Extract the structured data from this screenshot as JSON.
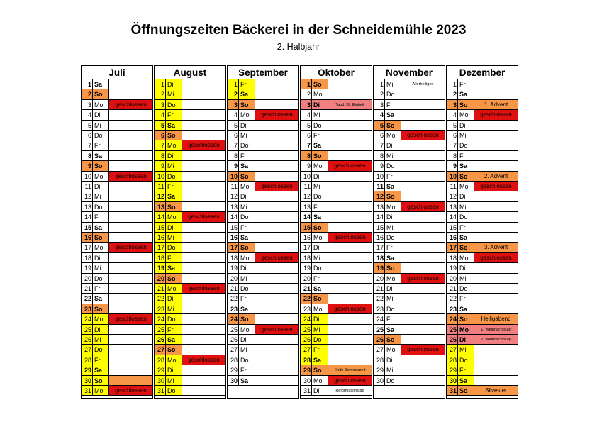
{
  "title": "Öffnungszeiten Bäckerei in der Schneidemühle 2023",
  "subtitle": "2. Halbjahr",
  "colors": {
    "open_highlight": "#ffff00",
    "sunday": "#f79646",
    "closed": "#e01010",
    "holiday": "#f08080"
  },
  "months": [
    {
      "name": "Juli",
      "days": [
        {
          "d": "1",
          "w": "Sa",
          "b": true
        },
        {
          "d": "2",
          "w": "So",
          "h": "orange",
          "b": true
        },
        {
          "d": "3",
          "w": "Mo",
          "n": "geschlossen",
          "nh": "red"
        },
        {
          "d": "4",
          "w": "Di"
        },
        {
          "d": "5",
          "w": "Mi"
        },
        {
          "d": "6",
          "w": "Do"
        },
        {
          "d": "7",
          "w": "Fr"
        },
        {
          "d": "8",
          "w": "Sa",
          "b": true
        },
        {
          "d": "9",
          "w": "So",
          "h": "orange",
          "b": true
        },
        {
          "d": "10",
          "w": "Mo",
          "n": "geschlossen",
          "nh": "red"
        },
        {
          "d": "11",
          "w": "Di"
        },
        {
          "d": "12",
          "w": "Mi"
        },
        {
          "d": "13",
          "w": "Do"
        },
        {
          "d": "14",
          "w": "Fr"
        },
        {
          "d": "15",
          "w": "Sa",
          "b": true
        },
        {
          "d": "16",
          "w": "So",
          "h": "orange",
          "b": true
        },
        {
          "d": "17",
          "w": "Mo",
          "n": "geschlossen",
          "nh": "red"
        },
        {
          "d": "18",
          "w": "Di"
        },
        {
          "d": "19",
          "w": "Mi"
        },
        {
          "d": "20",
          "w": "Do"
        },
        {
          "d": "21",
          "w": "Fr"
        },
        {
          "d": "22",
          "w": "Sa",
          "b": true
        },
        {
          "d": "23",
          "w": "So",
          "h": "orange",
          "b": true
        },
        {
          "d": "24",
          "w": "Mo",
          "h": "yellow",
          "n": "geschlossen",
          "nh": "red"
        },
        {
          "d": "25",
          "w": "Di",
          "h": "yellow"
        },
        {
          "d": "26",
          "w": "Mi",
          "h": "yellow"
        },
        {
          "d": "27",
          "w": "Do",
          "h": "yellow"
        },
        {
          "d": "28",
          "w": "Fr",
          "h": "yellow"
        },
        {
          "d": "29",
          "w": "Sa",
          "h": "yellow",
          "b": true
        },
        {
          "d": "30",
          "w": "So",
          "h": "yellow",
          "nh": "orange",
          "b": true
        },
        {
          "d": "31",
          "w": "Mo",
          "h": "yellow",
          "n": "geschlossen",
          "nh": "red"
        }
      ]
    },
    {
      "name": "August",
      "days": [
        {
          "d": "1",
          "w": "Di",
          "h": "yellow"
        },
        {
          "d": "2",
          "w": "Mi",
          "h": "yellow"
        },
        {
          "d": "3",
          "w": "Do",
          "h": "yellow"
        },
        {
          "d": "4",
          "w": "Fr",
          "h": "yellow"
        },
        {
          "d": "5",
          "w": "Sa",
          "h": "yellow",
          "b": true
        },
        {
          "d": "6",
          "w": "So",
          "h": "orange",
          "b": true
        },
        {
          "d": "7",
          "w": "Mo",
          "h": "yellow",
          "n": "geschlossen",
          "nh": "red"
        },
        {
          "d": "8",
          "w": "Di",
          "h": "yellow"
        },
        {
          "d": "9",
          "w": "Mi",
          "h": "yellow"
        },
        {
          "d": "10",
          "w": "Do",
          "h": "yellow"
        },
        {
          "d": "11",
          "w": "Fr",
          "h": "yellow"
        },
        {
          "d": "12",
          "w": "Sa",
          "h": "yellow",
          "b": true
        },
        {
          "d": "13",
          "w": "So",
          "h": "orange",
          "b": true
        },
        {
          "d": "14",
          "w": "Mo",
          "h": "yellow",
          "n": "geschlossen",
          "nh": "red"
        },
        {
          "d": "15",
          "w": "Di",
          "h": "yellow"
        },
        {
          "d": "16",
          "w": "Mi",
          "h": "yellow"
        },
        {
          "d": "17",
          "w": "Do",
          "h": "yellow"
        },
        {
          "d": "18",
          "w": "Fr",
          "h": "yellow"
        },
        {
          "d": "19",
          "w": "Sa",
          "h": "yellow",
          "b": true
        },
        {
          "d": "20",
          "w": "So",
          "h": "orange",
          "b": true
        },
        {
          "d": "21",
          "w": "Mo",
          "h": "yellow",
          "n": "geschlossen",
          "nh": "red"
        },
        {
          "d": "22",
          "w": "Di",
          "h": "yellow"
        },
        {
          "d": "23",
          "w": "Mi",
          "h": "yellow"
        },
        {
          "d": "24",
          "w": "Do",
          "h": "yellow"
        },
        {
          "d": "25",
          "w": "Fr",
          "h": "yellow"
        },
        {
          "d": "26",
          "w": "Sa",
          "h": "yellow",
          "b": true
        },
        {
          "d": "27",
          "w": "So",
          "h": "orange",
          "b": true
        },
        {
          "d": "28",
          "w": "Mo",
          "h": "yellow",
          "n": "geschlossen",
          "nh": "red"
        },
        {
          "d": "29",
          "w": "Di",
          "h": "yellow"
        },
        {
          "d": "30",
          "w": "Mi",
          "h": "yellow"
        },
        {
          "d": "31",
          "w": "Do",
          "h": "yellow"
        }
      ]
    },
    {
      "name": "September",
      "days": [
        {
          "d": "1",
          "w": "Fr",
          "h": "yellow"
        },
        {
          "d": "2",
          "w": "Sa",
          "h": "yellow",
          "b": true
        },
        {
          "d": "3",
          "w": "So",
          "h": "orange",
          "b": true
        },
        {
          "d": "4",
          "w": "Mo",
          "n": "geschlossen",
          "nh": "red"
        },
        {
          "d": "5",
          "w": "Di"
        },
        {
          "d": "6",
          "w": "Mi"
        },
        {
          "d": "7",
          "w": "Do"
        },
        {
          "d": "8",
          "w": "Fr"
        },
        {
          "d": "9",
          "w": "Sa",
          "b": true
        },
        {
          "d": "10",
          "w": "So",
          "h": "orange",
          "b": true
        },
        {
          "d": "11",
          "w": "Mo",
          "n": "geschlossen",
          "nh": "red"
        },
        {
          "d": "12",
          "w": "Di"
        },
        {
          "d": "13",
          "w": "Mi"
        },
        {
          "d": "14",
          "w": "Do"
        },
        {
          "d": "15",
          "w": "Fr"
        },
        {
          "d": "16",
          "w": "Sa",
          "b": true
        },
        {
          "d": "17",
          "w": "So",
          "h": "orange",
          "b": true
        },
        {
          "d": "18",
          "w": "Mo",
          "n": "geschlossen",
          "nh": "red"
        },
        {
          "d": "19",
          "w": "Di"
        },
        {
          "d": "20",
          "w": "Mi"
        },
        {
          "d": "21",
          "w": "Do"
        },
        {
          "d": "22",
          "w": "Fr"
        },
        {
          "d": "23",
          "w": "Sa",
          "b": true
        },
        {
          "d": "24",
          "w": "So",
          "h": "orange",
          "b": true
        },
        {
          "d": "25",
          "w": "Mo",
          "n": "geschlossen",
          "nh": "red"
        },
        {
          "d": "26",
          "w": "Di"
        },
        {
          "d": "27",
          "w": "Mi"
        },
        {
          "d": "28",
          "w": "Do"
        },
        {
          "d": "29",
          "w": "Fr"
        },
        {
          "d": "30",
          "w": "Sa",
          "b": true
        }
      ]
    },
    {
      "name": "Oktober",
      "days": [
        {
          "d": "1",
          "w": "So",
          "h": "orange",
          "b": true
        },
        {
          "d": "2",
          "w": "Mo"
        },
        {
          "d": "3",
          "w": "Di",
          "h": "pink",
          "n": "Tagd. Dt. Einheit",
          "nh": "pink",
          "s": true,
          "b": true
        },
        {
          "d": "4",
          "w": "Mi"
        },
        {
          "d": "5",
          "w": "Do"
        },
        {
          "d": "6",
          "w": "Fr"
        },
        {
          "d": "7",
          "w": "Sa",
          "b": true
        },
        {
          "d": "8",
          "w": "So",
          "h": "orange",
          "b": true
        },
        {
          "d": "9",
          "w": "Mo",
          "n": "geschlossen",
          "nh": "red"
        },
        {
          "d": "10",
          "w": "Di"
        },
        {
          "d": "11",
          "w": "Mi"
        },
        {
          "d": "12",
          "w": "Do"
        },
        {
          "d": "13",
          "w": "Fr"
        },
        {
          "d": "14",
          "w": "Sa",
          "b": true
        },
        {
          "d": "15",
          "w": "So",
          "h": "orange",
          "b": true
        },
        {
          "d": "16",
          "w": "Mo",
          "n": "geschlossen",
          "nh": "red"
        },
        {
          "d": "17",
          "w": "Di"
        },
        {
          "d": "18",
          "w": "Mi"
        },
        {
          "d": "19",
          "w": "Do"
        },
        {
          "d": "20",
          "w": "Fr"
        },
        {
          "d": "21",
          "w": "Sa",
          "b": true
        },
        {
          "d": "22",
          "w": "So",
          "h": "orange",
          "b": true
        },
        {
          "d": "23",
          "w": "Mo",
          "n": "geschlossen",
          "nh": "red"
        },
        {
          "d": "24",
          "w": "Di",
          "h": "yellow"
        },
        {
          "d": "25",
          "w": "Mi",
          "h": "yellow"
        },
        {
          "d": "26",
          "w": "Do",
          "h": "yellow"
        },
        {
          "d": "27",
          "w": "Fr",
          "h": "yellow"
        },
        {
          "d": "28",
          "w": "Sa",
          "h": "yellow",
          "b": true
        },
        {
          "d": "29",
          "w": "So",
          "h": "orange",
          "n": "Ende Sommerzeit",
          "nh": "orange",
          "s": true,
          "b": true
        },
        {
          "d": "30",
          "w": "Mo",
          "n": "geschlossen",
          "nh": "red"
        },
        {
          "d": "31",
          "w": "Di",
          "n": "Reformationstag",
          "s": true
        }
      ]
    },
    {
      "name": "November",
      "days": [
        {
          "d": "1",
          "w": "Mi",
          "n": "Allerheiligen",
          "s": true
        },
        {
          "d": "2",
          "w": "Do"
        },
        {
          "d": "3",
          "w": "Fr"
        },
        {
          "d": "4",
          "w": "Sa",
          "b": true
        },
        {
          "d": "5",
          "w": "So",
          "h": "orange",
          "b": true
        },
        {
          "d": "6",
          "w": "Mo",
          "n": "geschlossen",
          "nh": "red"
        },
        {
          "d": "7",
          "w": "Di"
        },
        {
          "d": "8",
          "w": "Mi"
        },
        {
          "d": "9",
          "w": "Do"
        },
        {
          "d": "10",
          "w": "Fr"
        },
        {
          "d": "11",
          "w": "Sa",
          "b": true
        },
        {
          "d": "12",
          "w": "So",
          "h": "orange",
          "b": true
        },
        {
          "d": "13",
          "w": "Mo",
          "n": "geschlossen",
          "nh": "red"
        },
        {
          "d": "14",
          "w": "Di"
        },
        {
          "d": "15",
          "w": "Mi"
        },
        {
          "d": "16",
          "w": "Do"
        },
        {
          "d": "17",
          "w": "Fr"
        },
        {
          "d": "18",
          "w": "Sa",
          "b": true
        },
        {
          "d": "19",
          "w": "So",
          "h": "orange",
          "b": true
        },
        {
          "d": "20",
          "w": "Mo",
          "n": "geschlossen",
          "nh": "red"
        },
        {
          "d": "21",
          "w": "Di"
        },
        {
          "d": "22",
          "w": "Mi"
        },
        {
          "d": "23",
          "w": "Do"
        },
        {
          "d": "24",
          "w": "Fr"
        },
        {
          "d": "25",
          "w": "Sa",
          "b": true
        },
        {
          "d": "26",
          "w": "So",
          "h": "orange",
          "b": true
        },
        {
          "d": "27",
          "w": "Mo",
          "n": "geschlossen",
          "nh": "red"
        },
        {
          "d": "28",
          "w": "Di"
        },
        {
          "d": "29",
          "w": "Mi"
        },
        {
          "d": "30",
          "w": "Do"
        }
      ]
    },
    {
      "name": "Dezember",
      "days": [
        {
          "d": "1",
          "w": "Fr"
        },
        {
          "d": "2",
          "w": "Sa",
          "b": true
        },
        {
          "d": "3",
          "w": "So",
          "h": "orange",
          "n": "1. Advent",
          "nh": "orange",
          "b": true
        },
        {
          "d": "4",
          "w": "Mo",
          "n": "geschlossen",
          "nh": "red"
        },
        {
          "d": "5",
          "w": "Di"
        },
        {
          "d": "6",
          "w": "Mi"
        },
        {
          "d": "7",
          "w": "Do"
        },
        {
          "d": "8",
          "w": "Fr"
        },
        {
          "d": "9",
          "w": "Sa",
          "b": true
        },
        {
          "d": "10",
          "w": "So",
          "h": "orange",
          "n": "2. Advent",
          "nh": "orange",
          "b": true
        },
        {
          "d": "11",
          "w": "Mo",
          "n": "geschlossen",
          "nh": "red"
        },
        {
          "d": "12",
          "w": "Di"
        },
        {
          "d": "13",
          "w": "Mi"
        },
        {
          "d": "14",
          "w": "Do"
        },
        {
          "d": "15",
          "w": "Fr"
        },
        {
          "d": "16",
          "w": "Sa",
          "b": true
        },
        {
          "d": "17",
          "w": "So",
          "h": "orange",
          "n": "3. Advent",
          "nh": "orange",
          "b": true
        },
        {
          "d": "18",
          "w": "Mo",
          "n": "geschlossen",
          "nh": "red"
        },
        {
          "d": "19",
          "w": "Di"
        },
        {
          "d": "20",
          "w": "Mi"
        },
        {
          "d": "21",
          "w": "Do"
        },
        {
          "d": "22",
          "w": "Fr"
        },
        {
          "d": "23",
          "w": "Sa",
          "b": true
        },
        {
          "d": "24",
          "w": "So",
          "h": "orange",
          "n": "Heiligabend",
          "nh": "orange",
          "b": true
        },
        {
          "d": "25",
          "w": "Mo",
          "h": "pink",
          "n": "1. Weihnachtstag",
          "nh": "pink",
          "s": true,
          "b": true
        },
        {
          "d": "26",
          "w": "Di",
          "h": "pink",
          "n": "2. Weihnachtstag",
          "nh": "pink",
          "s": true,
          "b": true
        },
        {
          "d": "27",
          "w": "Mi",
          "h": "yellow"
        },
        {
          "d": "28",
          "w": "Do",
          "h": "yellow"
        },
        {
          "d": "29",
          "w": "Fr",
          "h": "yellow"
        },
        {
          "d": "30",
          "w": "Sa",
          "h": "yellow",
          "b": true
        },
        {
          "d": "31",
          "w": "So",
          "h": "orange",
          "n": "Silvester",
          "nh": "orange",
          "b": true
        }
      ]
    }
  ]
}
